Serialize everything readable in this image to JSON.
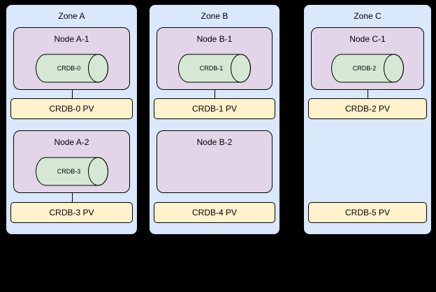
{
  "colors": {
    "zone-fill": "#dae8fc",
    "node-fill": "#e1d5e7",
    "disk-fill": "#d5e8d4",
    "pv-fill": "#fff2cc",
    "background": "#000000",
    "stroke": "#000000"
  },
  "zones": [
    {
      "label": "Zone A",
      "slots": [
        {
          "node_label": "Node A-1",
          "disk_label": "CRDB-0",
          "pv_label": "CRDB-0 PV"
        },
        {
          "node_label": "Node A-2",
          "disk_label": "CRDB-3",
          "pv_label": "CRDB-3 PV"
        }
      ]
    },
    {
      "label": "Zone B",
      "slots": [
        {
          "node_label": "Node B-1",
          "disk_label": "CRDB-1",
          "pv_label": "CRDB-1 PV"
        },
        {
          "node_label": "Node B-2",
          "pv_label": "CRDB-4 PV"
        }
      ]
    },
    {
      "label": "Zone C",
      "slots": [
        {
          "node_label": "Node C-1",
          "disk_label": "CRDB-2",
          "pv_label": "CRDB-2 PV"
        },
        {
          "pv_label": "CRDB-5 PV"
        }
      ]
    }
  ]
}
